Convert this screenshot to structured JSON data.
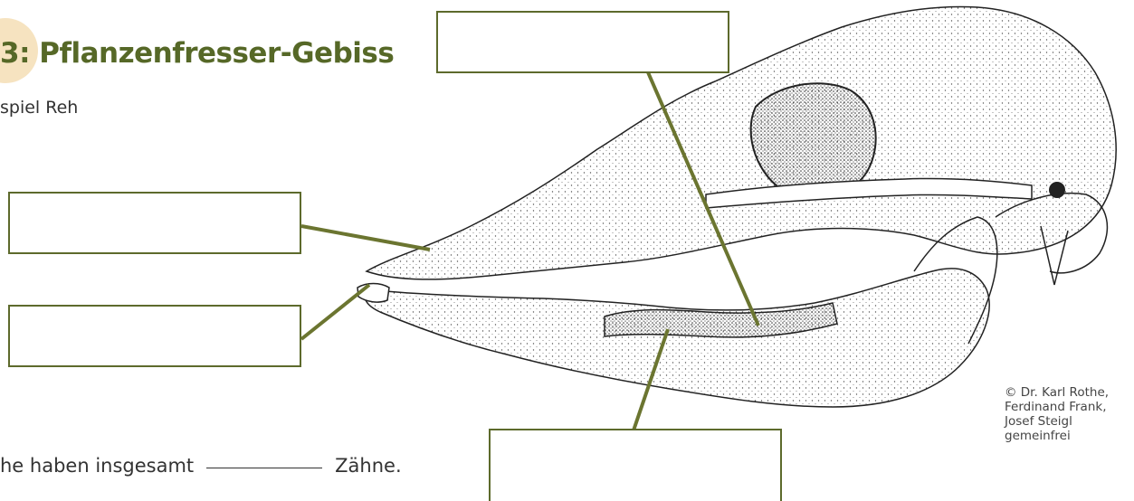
{
  "header": {
    "title": "3: Pflanzenfresser-Gebiss",
    "subtitle": "spiel Reh"
  },
  "task": {
    "sentence_start": "he haben insgesamt",
    "sentence_end": "Zähne."
  },
  "credit": {
    "lines": [
      "© Dr. Karl Rothe,",
      "Ferdinand Frank,",
      "Josef Steigl",
      "gemeinfrei"
    ]
  },
  "colors": {
    "title": "#566827",
    "box_border": "#5d6a2c",
    "leader_line": "#6b7530",
    "badge": "#f6e3c0"
  }
}
